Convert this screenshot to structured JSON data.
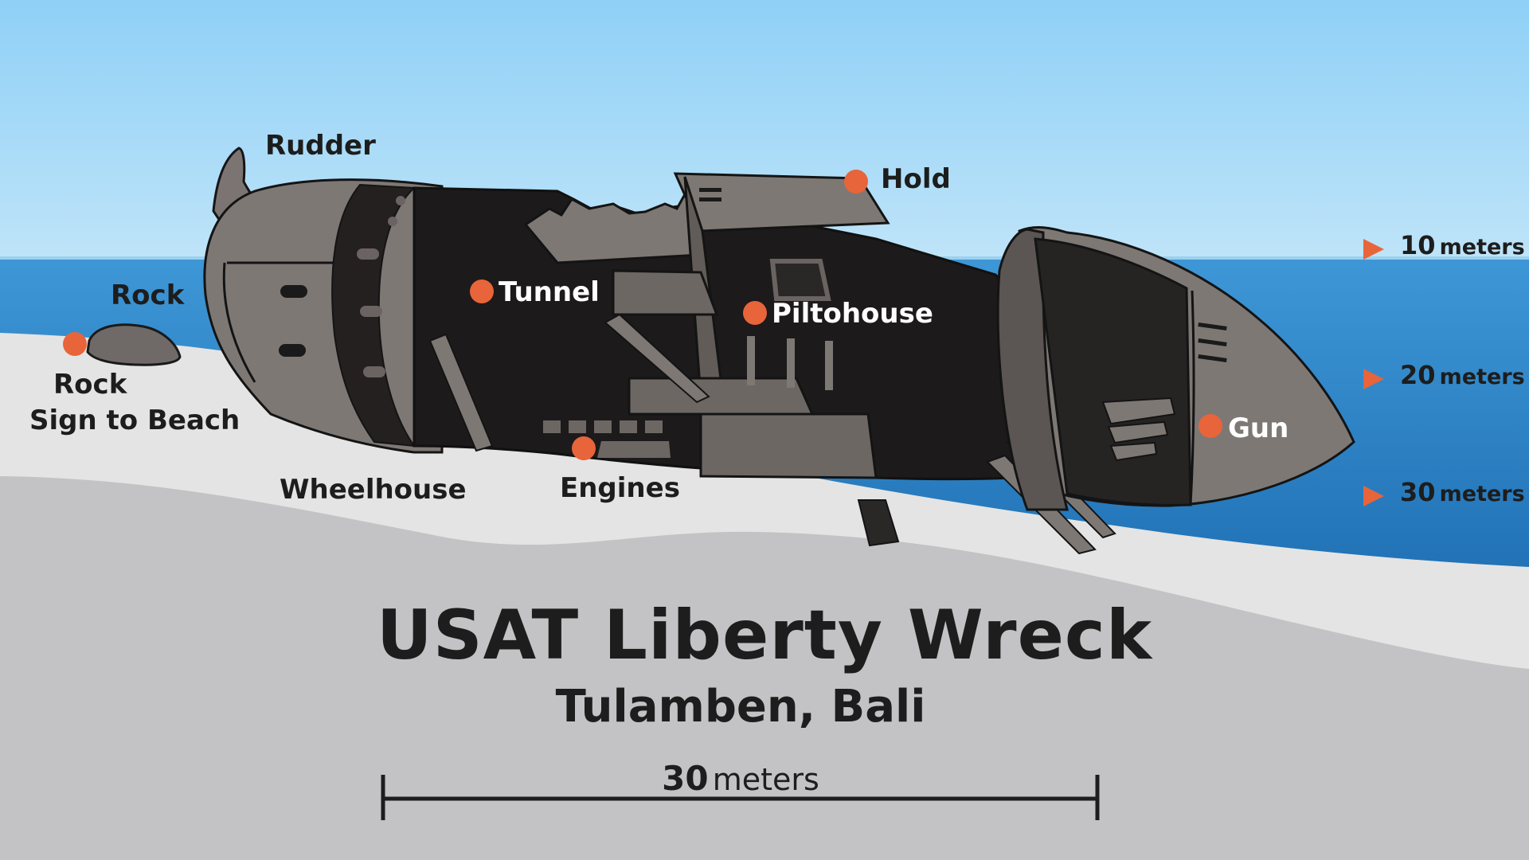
{
  "diagram": {
    "labels": {
      "rudder": "Rudder",
      "hold": "Hold",
      "tunnel": "Tunnel",
      "piltohouse": "Piltohouse",
      "rock": "Rock",
      "rock_sign_line1": "Rock",
      "rock_sign_line2": "Sign to Beach",
      "wheelhouse": "Wheelhouse",
      "engines": "Engines",
      "gun": "Gun"
    },
    "depth_markers": [
      {
        "value": "10",
        "unit": "meters"
      },
      {
        "value": "20",
        "unit": "meters"
      },
      {
        "value": "30",
        "unit": "meters"
      }
    ],
    "title": "USAT Liberty Wreck",
    "subtitle": "Tulamben, Bali",
    "scale_bar": {
      "value": "30",
      "unit": "meters"
    }
  },
  "colors": {
    "sky": "#8fcdf2",
    "sea": "#2f86c8",
    "sand": "#e3e3e3",
    "seabed": "#c2c2c4",
    "hull_gray": "#7f7875",
    "hull_dark": "#1c1a1a",
    "marker_orange": "#e8643a",
    "text_dark": "#1d1d1d"
  },
  "icons": [
    "location-dot-icon",
    "depth-arrow-icon",
    "scale-bar-icon"
  ]
}
